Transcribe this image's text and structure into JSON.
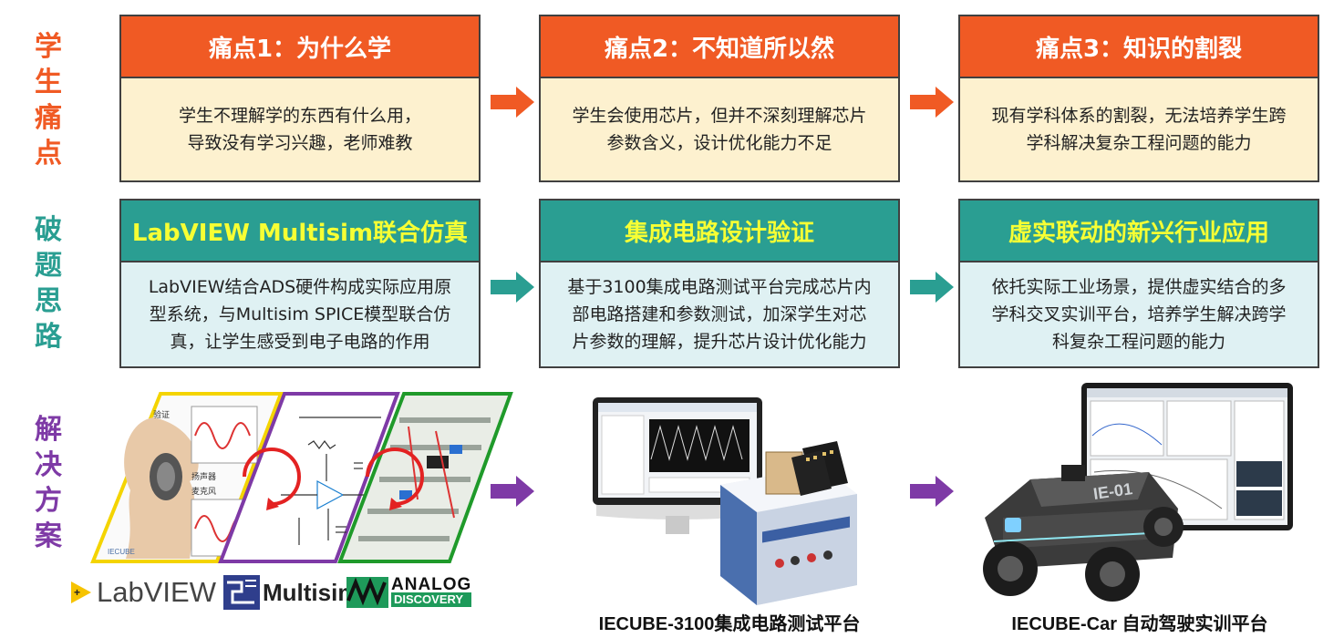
{
  "colors": {
    "pain_header": "#f05a24",
    "pain_body": "#fdf1cf",
    "idea_header": "#2a9e92",
    "idea_body": "#dff1f3",
    "idea_header_text": "#f7ff34",
    "arrow_orange": "#f05a24",
    "arrow_teal": "#2a9e92",
    "arrow_purple": "#7e3aa6",
    "label_orange": "#f05a24",
    "label_teal": "#2a9e92",
    "label_purple": "#7e3aa6"
  },
  "rows": {
    "pain": {
      "label": [
        "学",
        "生",
        "痛",
        "点"
      ]
    },
    "idea": {
      "label": [
        "破",
        "题",
        "思",
        "路"
      ]
    },
    "solution": {
      "label": [
        "解",
        "决",
        "方",
        "案"
      ]
    }
  },
  "pain_cards": [
    {
      "title": "痛点1：为什么学",
      "body": "学生不理解学的东西有什么用，\n导致没有学习兴趣，老师难教"
    },
    {
      "title": "痛点2：不知道所以然",
      "body": "学生会使用芯片，但并不深刻理解芯片\n参数含义，设计优化能力不足"
    },
    {
      "title": "痛点3：知识的割裂",
      "body": "现有学科体系的割裂，无法培养学生跨\n学科解决复杂工程问题的能力"
    }
  ],
  "idea_cards": [
    {
      "title": "LabVIEW Multisim联合仿真",
      "body": "LabVIEW结合ADS硬件构成实际应用原\n型系统，与Multisim SPICE模型联合仿\n真，让学生感受到电子电路的作用"
    },
    {
      "title": "集成电路设计验证",
      "body": "基于3100集成电路测试平台完成芯片内\n部电路搭建和参数测试，加深学生对芯\n片参数的理解，提升芯片设计优化能力"
    },
    {
      "title": "虚实联动的新兴行业应用",
      "body": "依托实际工业场景，提供虚实结合的多\n学科交叉实训平台，培养学生解决跨学\n科复杂工程问题的能力"
    }
  ],
  "solutions": {
    "logos": {
      "labview": "LabVIEW",
      "multisim": "Multisim",
      "analog_top": "ANALOG",
      "analog_bottom": "DISCOVERY"
    },
    "panel1_labels": {
      "verify": "验证",
      "speaker": "扬声器",
      "mic": "麦克风",
      "brand": "IECUBE"
    },
    "platform2_caption": "IECUBE-3100集成电路测试平台",
    "platform3_caption": "IECUBE-Car 自动驾驶实训平台",
    "car_badge": "IE-01"
  }
}
